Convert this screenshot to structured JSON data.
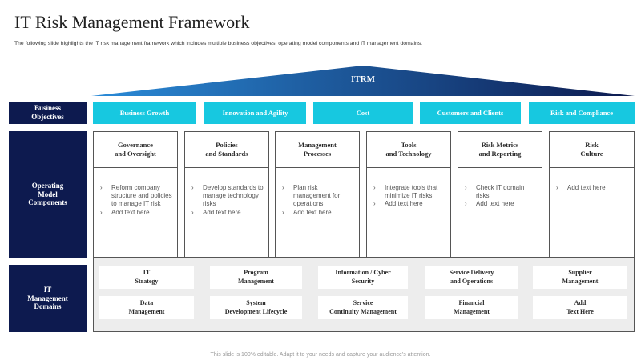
{
  "title": "IT Risk Management Framework",
  "subtitle": "The following slide highlights the IT risk management framework which includes multiple business objectives, operating model components and IT management domains.",
  "roof": {
    "label": "ITRM"
  },
  "row_labels": {
    "business_objectives": "Business\nObjectives",
    "operating_model": "Operating\nModel\nComponents",
    "it_domains": "IT\nManagement\nDomains"
  },
  "objectives": [
    "Business Growth",
    "Innovation and Agility",
    "Cost",
    "Customers and Clients",
    "Risk and Compliance"
  ],
  "components": [
    {
      "title": "Governance\nand Oversight",
      "items": [
        "Reform company structure and policies to manage  IT risk",
        "Add text here"
      ]
    },
    {
      "title": "Policies\nand Standards",
      "items": [
        "Develop standards to manage technology risks",
        "Add text here"
      ]
    },
    {
      "title": "Management\nProcesses",
      "items": [
        "Plan risk management for operations",
        "Add text here"
      ]
    },
    {
      "title": "Tools\nand Technology",
      "items": [
        "Integrate tools that minimize IT risks",
        "Add text here"
      ]
    },
    {
      "title": "Risk Metrics\nand Reporting",
      "items": [
        "Check IT domain risks",
        "Add text here"
      ]
    },
    {
      "title": "Risk\nCulture",
      "items": [
        "Add text here"
      ]
    }
  ],
  "domains": [
    [
      "IT\nStrategy",
      "Program\nManagement",
      "Information / Cyber\nSecurity",
      "Service Delivery\nand Operations",
      "Supplier\nManagement"
    ],
    [
      "Data\nManagement",
      "System\nDevelopment Lifecycle",
      "Service\nContinuity Management",
      "Financial\nManagement",
      "Add\nText Here"
    ]
  ],
  "footer": "This slide is 100% editable. Adapt it to your needs and capture your audience's attention.",
  "colors": {
    "navy": "#0d1a4f",
    "cyan": "#17c8e0",
    "roof_gradient_start": "#2a8bd8",
    "roof_gradient_end": "#0d1a4f",
    "domain_panel": "#ededed"
  }
}
